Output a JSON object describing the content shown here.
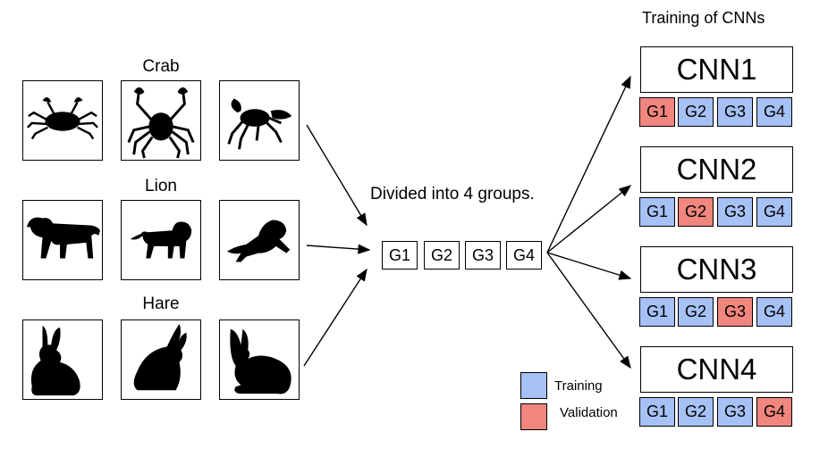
{
  "categories": [
    {
      "label": "Crab",
      "icons": [
        "crab-icon",
        "crab-icon",
        "crab-icon"
      ]
    },
    {
      "label": "Lion",
      "icons": [
        "lion-icon",
        "lion-icon",
        "lion-icon"
      ]
    },
    {
      "label": "Hare",
      "icons": [
        "hare-icon",
        "hare-icon",
        "hare-icon"
      ]
    }
  ],
  "divided_label": "Divided into 4 groups.",
  "groups": [
    "G1",
    "G2",
    "G3",
    "G4"
  ],
  "training_title": "Training of CNNs",
  "cnns": [
    {
      "name": "CNN1",
      "validation_index": 0
    },
    {
      "name": "CNN2",
      "validation_index": 1
    },
    {
      "name": "CNN3",
      "validation_index": 2
    },
    {
      "name": "CNN4",
      "validation_index": 3
    }
  ],
  "legend": {
    "training_label": "Training",
    "validation_label": "Validation"
  },
  "colors": {
    "training": "#a6c1f5",
    "validation": "#f0867d"
  }
}
